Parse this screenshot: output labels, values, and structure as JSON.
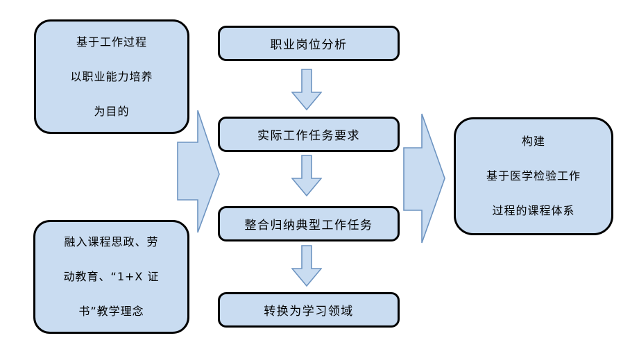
{
  "diagram": {
    "type": "flowchart",
    "background": "#ffffff",
    "colors": {
      "box_fill": "#c9dcf1",
      "box_border": "#000000",
      "arrow_fill": "#c9dcf1",
      "arrow_stroke": "#6d94c1"
    },
    "left_boxes": [
      {
        "lines": [
          "基于工作过程",
          "以职业能力培养",
          "为目的"
        ]
      },
      {
        "lines": [
          "融入课程思政、劳",
          "动教育、“1+X 证",
          "书”教学理念"
        ]
      }
    ],
    "flow_boxes": [
      {
        "label": "职业岗位分析"
      },
      {
        "label": "实际工作任务要求"
      },
      {
        "label": "整合归纳典型工作任务"
      },
      {
        "label": "转换为学习领域"
      }
    ],
    "result_box": {
      "lines": [
        "构建",
        "基于医学检验工作",
        "过程的课程体系"
      ]
    },
    "arrows": {
      "down_arrows_between_flow_boxes": 3,
      "big_arrow_left_meaning": "left principles feed into middle flow",
      "big_arrow_right_meaning": "middle flow produces curriculum system"
    }
  }
}
